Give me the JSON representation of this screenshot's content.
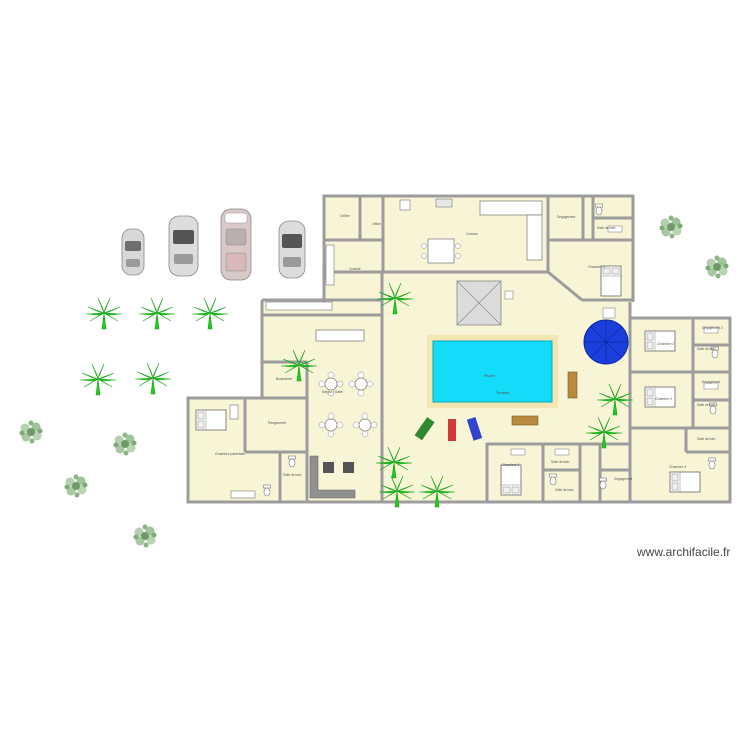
{
  "watermark": "www.archifacile.fr",
  "colors": {
    "floor": "#f8f4d6",
    "wall": "#9c9c9c",
    "pool_water": "#14dcf8",
    "pool_deck": "#f3e6b0",
    "palm": "#1ecb1e",
    "parasol": "#1a3fdc",
    "bush": "#a8c8a4"
  },
  "rooms": [
    {
      "id": "cellier",
      "label": "Cellier"
    },
    {
      "id": "office",
      "label": "Office"
    },
    {
      "id": "cuisine",
      "label": "Cuisine"
    },
    {
      "id": "cuisine2",
      "label": "Cuisine"
    },
    {
      "id": "degagement",
      "label": "Dégagement"
    },
    {
      "id": "sdb1",
      "label": "Salle de bain"
    },
    {
      "id": "chambre1",
      "label": "Chambre 1"
    },
    {
      "id": "degagement2",
      "label": "Dégagement 2"
    },
    {
      "id": "sdb2",
      "label": "Salle de bain"
    },
    {
      "id": "chambre2",
      "label": "Chambre 2"
    },
    {
      "id": "degagement3",
      "label": "Dégagement"
    },
    {
      "id": "sdb3",
      "label": "Salle de bain"
    },
    {
      "id": "chambre3",
      "label": "Chambre 3"
    },
    {
      "id": "sdb4",
      "label": "Salle de bain"
    },
    {
      "id": "chambre4",
      "label": "Chambre 4"
    },
    {
      "id": "chambre5",
      "label": "Chambre 5"
    },
    {
      "id": "sdb5",
      "label": "Salle de bain"
    },
    {
      "id": "sdb6",
      "label": "Salle de bain"
    },
    {
      "id": "degagement4",
      "label": "Dégagement"
    },
    {
      "id": "sejour",
      "label": "Séjour / Salle"
    },
    {
      "id": "buanderie",
      "label": "Buanderie"
    },
    {
      "id": "rangement",
      "label": "Rangement"
    },
    {
      "id": "chambre_parentale",
      "label": "Chambre parentale"
    },
    {
      "id": "sdb_parentale",
      "label": "Salle de bain"
    },
    {
      "id": "piscine",
      "label": "Piscine"
    },
    {
      "id": "terrasse",
      "label": "Terrasse"
    }
  ]
}
